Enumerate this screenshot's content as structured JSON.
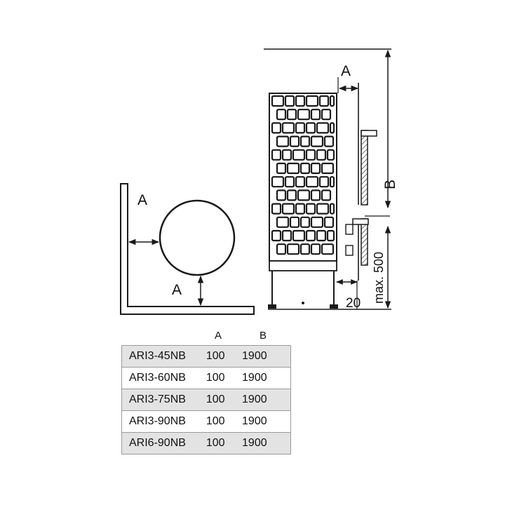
{
  "labels": {
    "clearance_a": "A",
    "height_b": "B",
    "max_500": "max. 500",
    "gap_20": "20"
  },
  "table": {
    "headers": [
      "A",
      "B"
    ],
    "rows": [
      {
        "model": "ARI3-45NB",
        "a": "100",
        "b": "1900"
      },
      {
        "model": "ARI3-60NB",
        "a": "100",
        "b": "1900"
      },
      {
        "model": "ARI3-75NB",
        "a": "100",
        "b": "1900"
      },
      {
        "model": "ARI3-90NB",
        "a": "100",
        "b": "1900"
      },
      {
        "model": "ARI6-90NB",
        "a": "100",
        "b": "1900"
      }
    ]
  },
  "colors": {
    "line": "#1a1a1a",
    "shade": "#e3e3e3"
  }
}
